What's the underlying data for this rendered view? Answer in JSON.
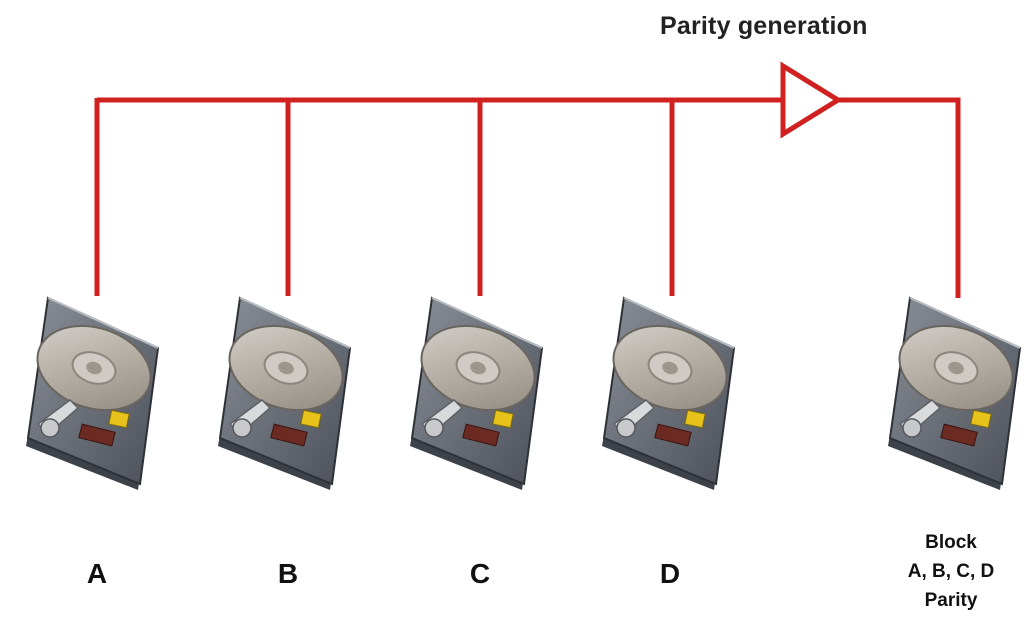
{
  "title": "Parity generation",
  "disks": [
    {
      "label": "A"
    },
    {
      "label": "B"
    },
    {
      "label": "C"
    },
    {
      "label": "D"
    }
  ],
  "parity_disk": {
    "lines": [
      "Block",
      "A, B, C, D",
      "Parity"
    ]
  },
  "colors": {
    "bus_line": "#d0201f",
    "gate_fill": "#ffffff"
  },
  "icons": [
    "hard-drive-icon",
    "parity-generator-triangle-icon"
  ]
}
